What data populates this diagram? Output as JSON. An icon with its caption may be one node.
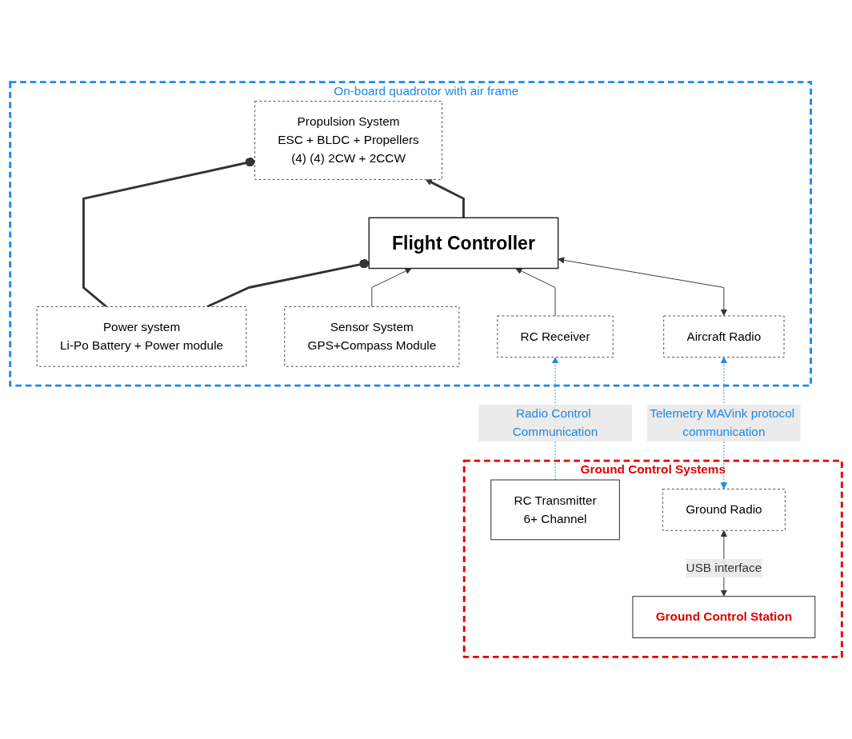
{
  "diagram": {
    "nodes": [
      {
        "text": [
          "On-board quadrotor with air frame"
        ]
      },
      {
        "text": [
          "Propulsion System",
          "ESC  + BLDC +  Propellers",
          "(4)  (4)  2CW + 2CCW"
        ],
        "in": 0
      },
      {
        "text": [
          "Power system",
          "Li-Po Battery + Power module"
        ],
        "in": 0
      },
      {
        "text": [
          "Flight Controller"
        ],
        "in": 0
      },
      {
        "text": [
          "Sensor System",
          "GPS+Compass Module"
        ],
        "in": 0
      },
      {
        "text": [
          "RC Receiver"
        ],
        "in": 0
      },
      {
        "text": [
          "Aircraft Radio"
        ],
        "in": 0
      },
      {
        "text": [
          "Ground Control Systems"
        ]
      },
      {
        "text": [
          "Ground Radio"
        ],
        "in": 7
      },
      {
        "text": [
          "RC Transmitter",
          "6+ Channel"
        ],
        "in": 7
      },
      {
        "text": [
          "Ground Control Station"
        ],
        "in": 7
      }
    ],
    "edges": [
      {
        "from": 2,
        "to": 1,
        "arrow": "other",
        "style": "thick"
      },
      {
        "from": 2,
        "to": 3,
        "arrow": "other",
        "style": "thick"
      },
      {
        "from": 3,
        "to": 1,
        "arrow": "to",
        "style": "thick"
      },
      {
        "from": 4,
        "to": 3,
        "arrow": "to"
      },
      {
        "from": 5,
        "to": 3,
        "arrow": "to"
      },
      {
        "from": 6,
        "to": 3,
        "arrow": "both"
      },
      {
        "from": 9,
        "to": 5,
        "arrow": "to",
        "label": "Radio Control Communication",
        "style": "dashed",
        "color": "#1e88e5"
      },
      {
        "from": 8,
        "to": 6,
        "arrow": "both",
        "label": "Telemetry MAVink protocol communication",
        "style": "dashed",
        "color": "#1e88e5"
      },
      {
        "from": 10,
        "to": 8,
        "arrow": "both",
        "label": "USB interface"
      }
    ]
  }
}
